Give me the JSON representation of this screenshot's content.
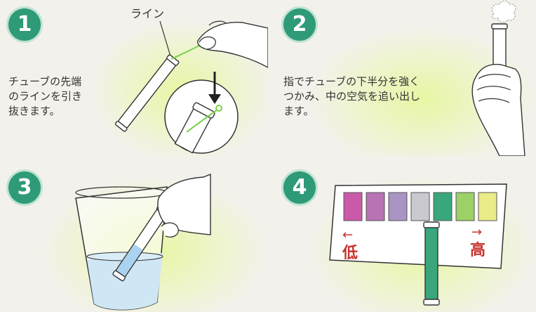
{
  "steps": [
    {
      "number": "1",
      "label": "ライン",
      "caption": "チューブの先端\nのラインを引き\n抜きます。"
    },
    {
      "number": "2",
      "caption": "指でチューブの下半分を強く\nつかみ、中の空気を追い出し\nます。"
    },
    {
      "number": "3"
    },
    {
      "number": "4",
      "low_arrow": "←",
      "low_label": "低",
      "high_arrow": "→",
      "high_label": "高"
    }
  ],
  "color_chart": {
    "swatches": [
      "#c95aa9",
      "#b873b4",
      "#a994c4",
      "#c9c9cf",
      "#3aa67c",
      "#9bd167",
      "#e9ec88"
    ]
  }
}
